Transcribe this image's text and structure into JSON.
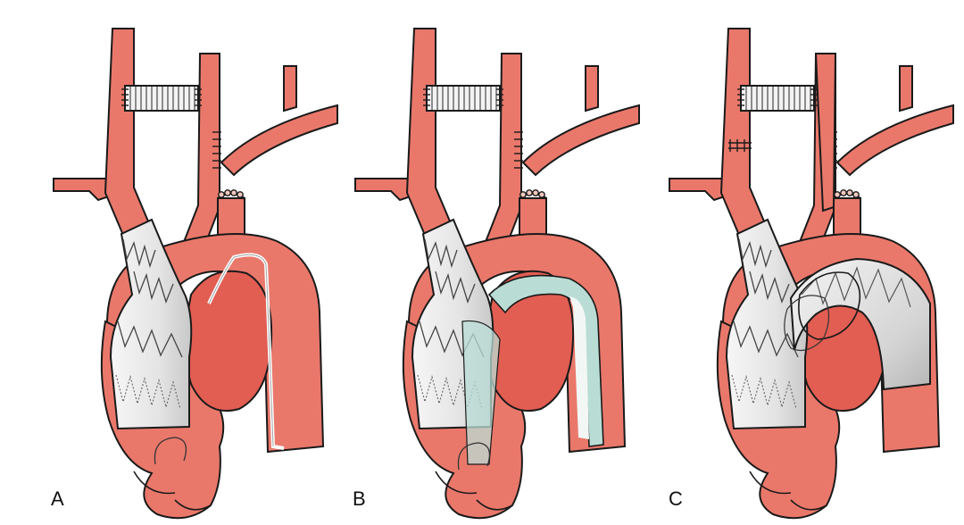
{
  "panels": [
    {
      "id": "a",
      "label": "A",
      "graft_state": "guidewire"
    },
    {
      "id": "b",
      "label": "B",
      "graft_state": "delivery-sheath"
    },
    {
      "id": "c",
      "label": "C",
      "graft_state": "deployed-arch-graft"
    }
  ],
  "colors": {
    "vessel": "#e9786b",
    "vessel_outline": "#1a1a1a",
    "aneurysm": "#e25d52",
    "stent_graft": "#ececec",
    "stent_wire": "#444444",
    "bypass_graft": "#f3f3f3",
    "sheath": "#b9ddd5",
    "sheath_lumen": "#f2f7f5",
    "guidewire": "#ffffff",
    "label": "#111111"
  }
}
